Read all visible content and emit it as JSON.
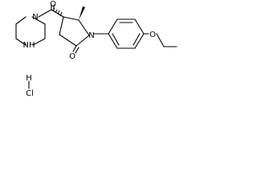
{
  "structure": {
    "bond_color": "#000000",
    "atom_labels": {
      "piperazine_N1": "N",
      "piperazine_NH": "NH",
      "carbonyl_O": "O",
      "pyrrolidine_N": "N",
      "lactam_O": "O",
      "ether_O": "O",
      "hydrogen": "H",
      "chlorine": "Cl"
    }
  }
}
